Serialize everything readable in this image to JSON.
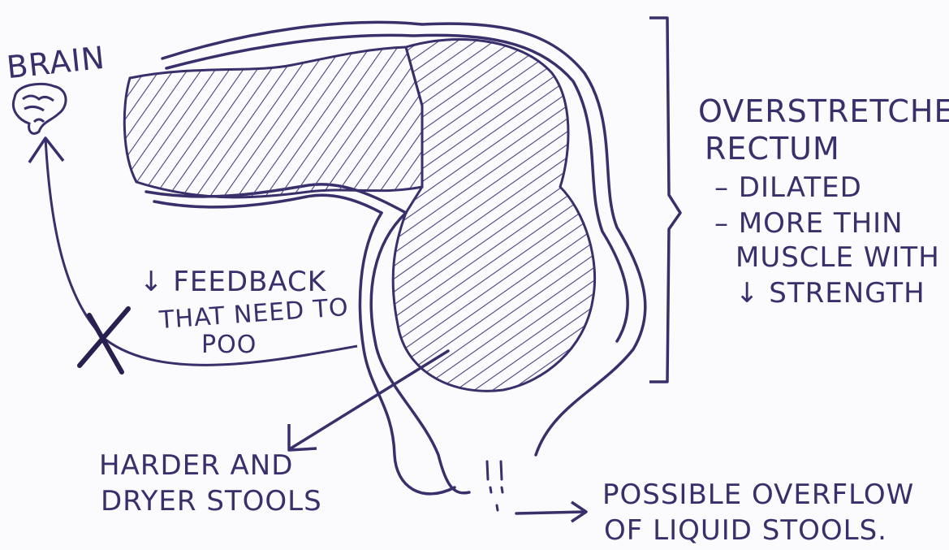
{
  "labels": {
    "brain": "BRAIN",
    "overstretched": {
      "title_line1": "OVERSTRETCHED",
      "title_line2": "RECTUM",
      "bullet1": "– DILATED",
      "bullet2_line1": "– MORE THIN",
      "bullet2_line2": "MUSCLE WITH",
      "bullet2_line3": "↓ STRENGTH"
    },
    "feedback": {
      "line1": "↓ FEEDBACK",
      "line2": "THAT NEED TO",
      "line3": "POO"
    },
    "harder": {
      "line1": "HARDER AND",
      "line2": "DRYER STOOLS"
    },
    "overflow": {
      "line1": "POSSIBLE OVERFLOW",
      "line2": "OF LIQUID STOOLS."
    }
  },
  "colors": {
    "ink": "#3a2f6b",
    "hatch": "#4a3f7e",
    "background": "#fbfbfd"
  }
}
